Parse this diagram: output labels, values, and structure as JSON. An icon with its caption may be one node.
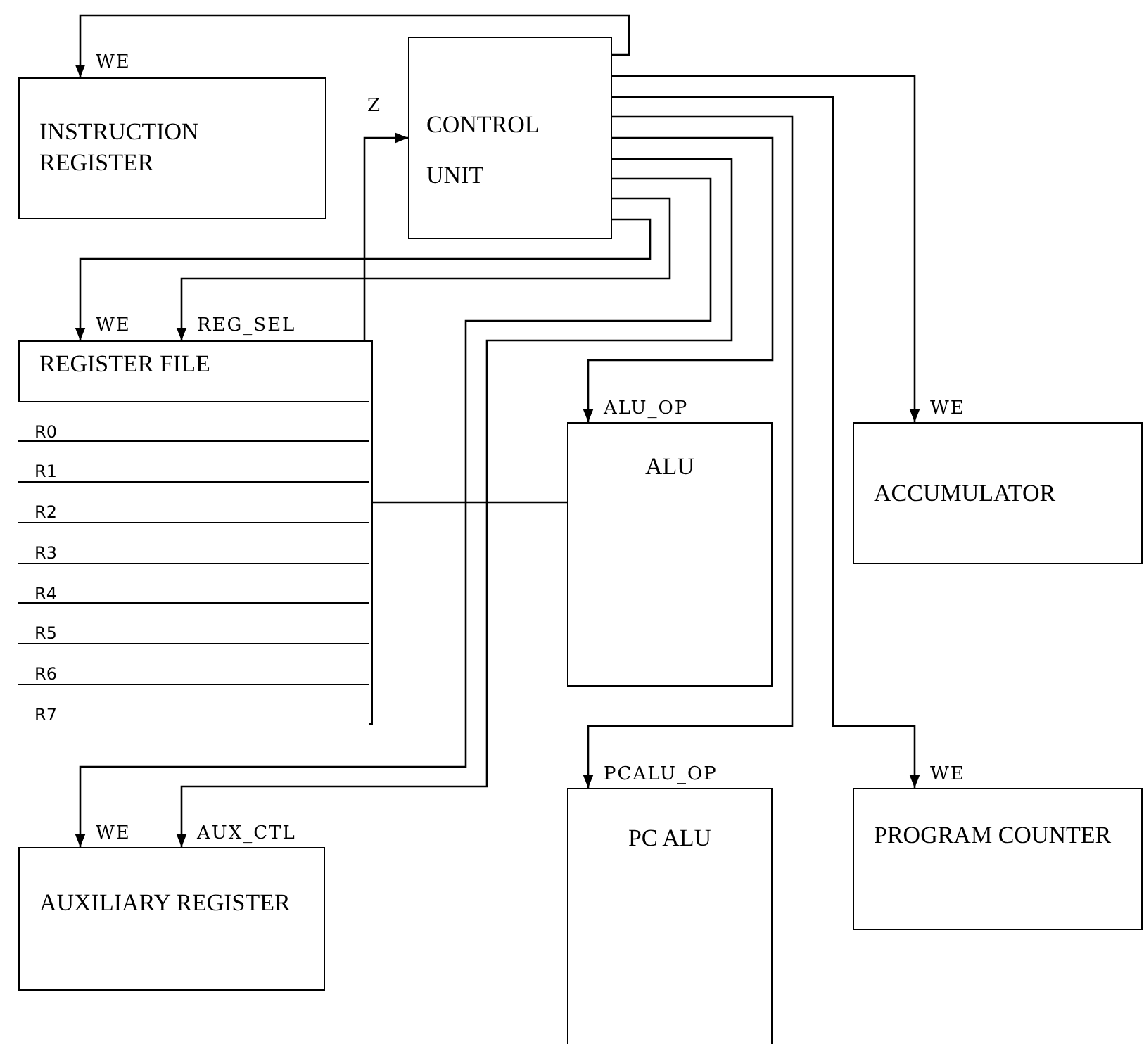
{
  "diagram": {
    "nodes": [
      {
        "text": [
          "INSTRUCTION REGISTER"
        ]
      },
      {
        "text": [
          "CONTROL UNIT"
        ]
      },
      {
        "text": [
          "REGISTER FILE"
        ]
      },
      {
        "text": [
          "R0"
        ],
        "in": 2
      },
      {
        "text": [
          "R1"
        ],
        "in": 2
      },
      {
        "text": [
          "R2"
        ],
        "in": 2
      },
      {
        "text": [
          "R3"
        ],
        "in": 2
      },
      {
        "text": [
          "R4"
        ],
        "in": 2
      },
      {
        "text": [
          "R5"
        ],
        "in": 2
      },
      {
        "text": [
          "R6"
        ],
        "in": 2
      },
      {
        "text": [
          "R7"
        ],
        "in": 2
      },
      {
        "text": [
          "ALU"
        ]
      },
      {
        "text": [
          "ACCUMULATOR"
        ]
      },
      {
        "text": [
          "AUXILIARY REGISTER"
        ]
      },
      {
        "text": [
          "PC ALU"
        ]
      },
      {
        "text": [
          "PROGRAM COUNTER"
        ]
      }
    ],
    "edges": [
      {
        "from": 1,
        "to": 0,
        "arrow": "to",
        "label": "WE"
      },
      {
        "from": 1,
        "to": 12,
        "arrow": "to",
        "label": "WE"
      },
      {
        "from": 1,
        "to": 15,
        "arrow": "to",
        "label": "WE"
      },
      {
        "from": 1,
        "to": 14,
        "arrow": "to",
        "label": "PCALU_OP"
      },
      {
        "from": 1,
        "to": 11,
        "arrow": "to",
        "label": "ALU_OP"
      },
      {
        "from": 1,
        "to": 13,
        "arrow": "to",
        "label": "AUX_CTL"
      },
      {
        "from": 1,
        "to": 13,
        "arrow": "to",
        "label": "WE"
      },
      {
        "from": 1,
        "to": 2,
        "arrow": "to",
        "label": "REG_SEL"
      },
      {
        "from": 1,
        "to": 2,
        "arrow": "to",
        "label": "WE"
      },
      {
        "from": 11,
        "to": 1,
        "arrow": "to",
        "label": "Z"
      }
    ]
  }
}
